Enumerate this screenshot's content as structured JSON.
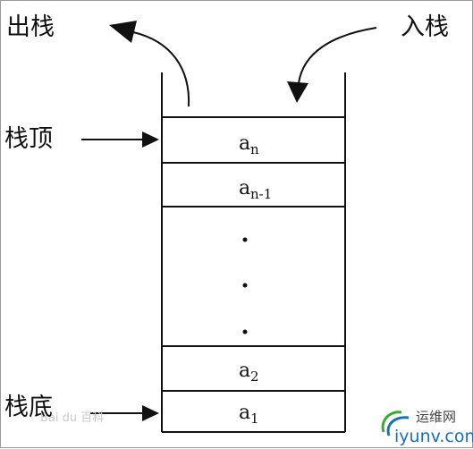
{
  "labels": {
    "pop": "出栈",
    "push": "入栈",
    "top": "栈顶",
    "bottom": "栈底"
  },
  "cells": {
    "an_base": "a",
    "an_sub": "n",
    "an1_base": "a",
    "an1_sub": "n-1",
    "dots": [
      "·",
      "·",
      "·"
    ],
    "a2_base": "a",
    "a2_sub": "2",
    "a1_base": "a",
    "a1_sub": "1"
  },
  "watermark": {
    "baidu": "Bai du 百科",
    "site_cn": "运维网",
    "site_url": "iyunv.com"
  },
  "colors": {
    "ink": "#111111",
    "logo_blue": "#1a6fb8",
    "logo_green": "#3aaa35",
    "watermark": "#c9c9c9"
  }
}
